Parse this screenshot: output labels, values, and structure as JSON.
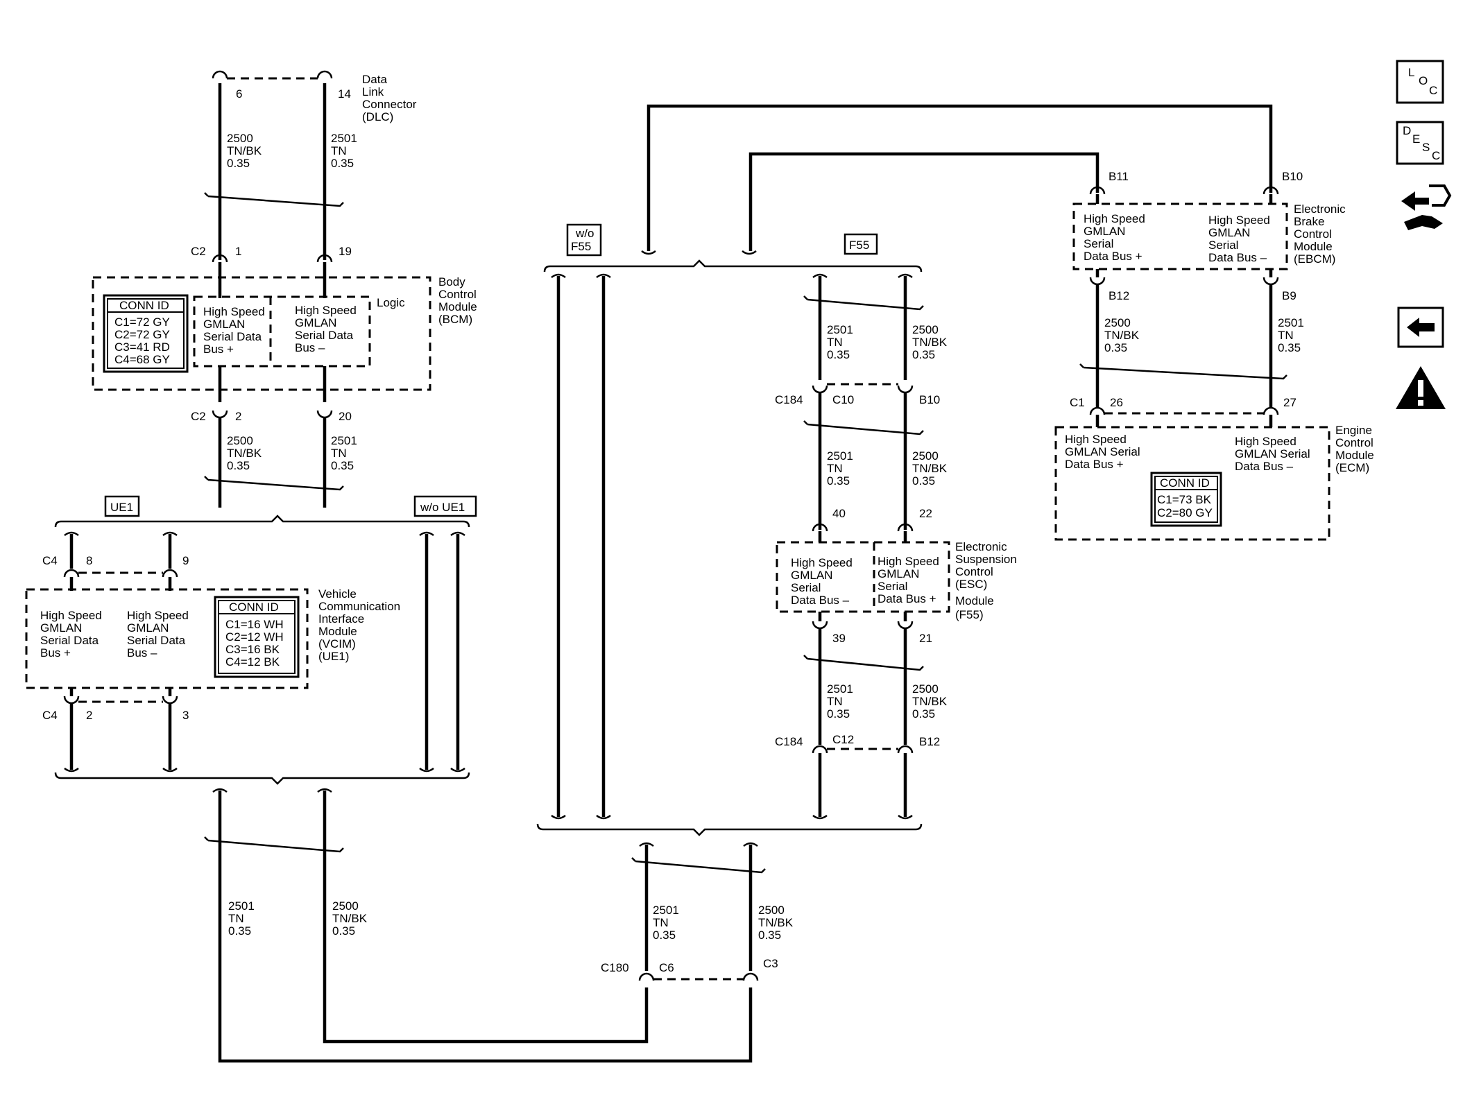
{
  "dlc": {
    "pin_a": "6",
    "pin_b": "14",
    "name": [
      "Data",
      "Link",
      "Connector",
      "(DLC)"
    ]
  },
  "bcm": {
    "name": [
      "Body",
      "Control",
      "Module",
      "(BCM)"
    ],
    "logic": "Logic",
    "conn_title": "CONN ID",
    "conn_rows": [
      "C1=72 GY",
      "C2=72 GY",
      "C3=41 RD",
      "C4=68 GY"
    ],
    "bus_plus": [
      "High Speed",
      "GMLAN",
      "Serial Data",
      "Bus +"
    ],
    "bus_minus": [
      "High Speed",
      "GMLAN",
      "Serial Data",
      "Bus –"
    ],
    "top_conn": "C2",
    "top_pin_a": "1",
    "top_pin_b": "19",
    "bot_conn": "C2",
    "bot_pin_a": "2",
    "bot_pin_b": "20"
  },
  "wires": {
    "tnbk": [
      "2500",
      "TN/BK",
      "0.35"
    ],
    "tn": [
      "2501",
      "TN",
      "0.35"
    ]
  },
  "options": {
    "ue1": "UE1",
    "wo_ue1": "w/o UE1",
    "wo_f55": [
      "w/o",
      "F55"
    ],
    "f55": "F55"
  },
  "vcim": {
    "name": [
      "Vehicle",
      "Communication",
      "Interface",
      "Module",
      "(VCIM)",
      "(UE1)"
    ],
    "conn_title": "CONN ID",
    "conn_rows": [
      "C1=16 WH",
      "C2=12 WH",
      "C3=16 BK",
      "C4=12 BK"
    ],
    "bus_plus": [
      "High Speed",
      "GMLAN",
      "Serial Data",
      "Bus +"
    ],
    "bus_minus": [
      "High Speed",
      "GMLAN",
      "Serial Data",
      "Bus –"
    ],
    "top_conn": "C4",
    "top_pin_a": "8",
    "top_pin_b": "9",
    "bot_conn": "C4",
    "bot_pin_a": "2",
    "bot_pin_b": "3"
  },
  "esc": {
    "name": [
      "Electronic",
      "Suspension",
      "Control",
      "(ESC)",
      "Module",
      "(F55)"
    ],
    "bus_minus": [
      "High Speed",
      "GMLAN",
      "Serial",
      "Data  Bus –"
    ],
    "bus_plus": [
      "High Speed",
      "GMLAN",
      "Serial",
      "Data Bus +"
    ],
    "pin_top_a": "40",
    "pin_top_b": "22",
    "pin_bot_a": "39",
    "pin_bot_b": "21"
  },
  "c184_top": {
    "conn": "C184",
    "pin_a": "C10",
    "pin_b": "B10"
  },
  "c184_bot": {
    "conn": "C184",
    "pin_a": "C12",
    "pin_b": "B12"
  },
  "c180": {
    "conn": "C180",
    "pin_a": "C6",
    "pin_b": "C3"
  },
  "ebcm": {
    "name": [
      "Electronic",
      "Brake",
      "Control",
      "Module",
      "(EBCM)"
    ],
    "bus_plus": [
      "High Speed",
      "GMLAN",
      "Serial",
      "Data Bus +"
    ],
    "bus_minus": [
      "High Speed",
      "GMLAN",
      "Serial",
      "Data Bus –"
    ],
    "pin_top_a": "B11",
    "pin_top_b": "B10",
    "pin_bot_a": "B12",
    "pin_bot_b": "B9"
  },
  "ecm": {
    "name": [
      "Engine",
      "Control",
      "Module",
      "(ECM)"
    ],
    "bus_plus": [
      "High Speed",
      "GMLAN Serial",
      "Data Bus +"
    ],
    "bus_minus": [
      "High Speed",
      "GMLAN Serial",
      "Data Bus –"
    ],
    "conn_title": "CONN ID",
    "conn_rows": [
      "C1=73 BK",
      "C2=80 GY"
    ],
    "conn": "C1",
    "pin_a": "26",
    "pin_b": "27"
  },
  "side_icons": {
    "loc": [
      "L",
      "O",
      "C"
    ],
    "desc": [
      "D",
      "E",
      "S",
      "C"
    ],
    "icons": [
      "loc-icon",
      "desc-icon",
      "connector-icon",
      "back-arrow-icon",
      "warning-icon"
    ]
  }
}
